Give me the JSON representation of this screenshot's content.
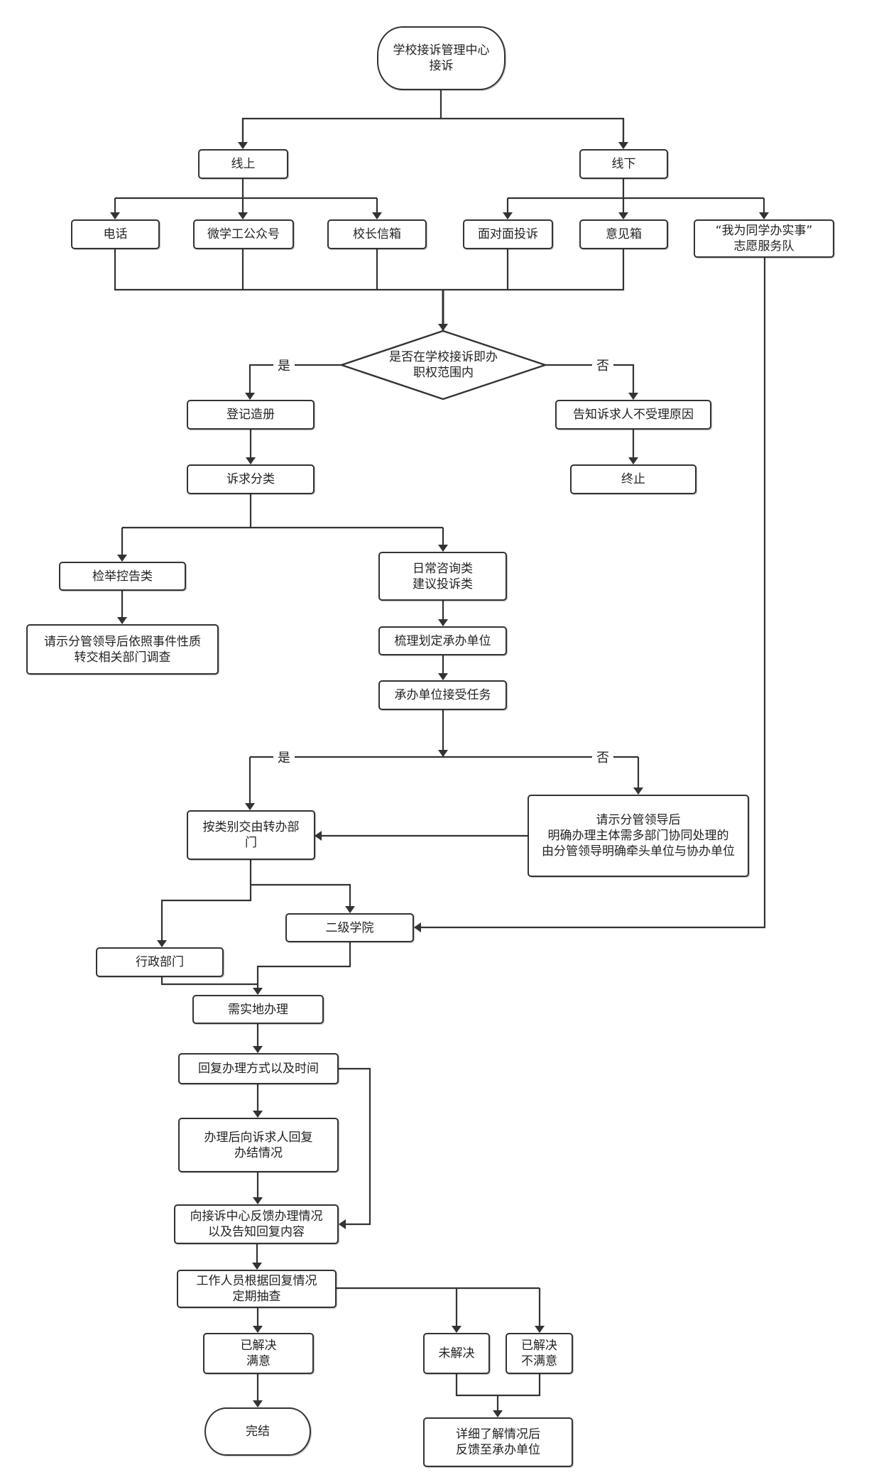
{
  "nodes": {
    "start": "学校接诉管理中心\n接诉",
    "online": "线上",
    "offline": "线下",
    "phone": "电话",
    "wechat": "微学工公众号",
    "mailbox": "校长信箱",
    "face": "面对面投诉",
    "suggestion_box": "意见箱",
    "volunteer": "“我为同学办实事”\n志愿服务队",
    "decision": "是否在学校接诉即办\n职权范围内",
    "register": "登记造册",
    "notify": "告知诉求人不受理原因",
    "classify": "诉求分类",
    "terminate": "终止",
    "report": "检举控告类",
    "daily": "日常咨询类\n建议投诉类",
    "report_handle": "请示分管领导后依照事件性质\n转交相关部门调查",
    "assign": "梳理划定承办单位",
    "accept": "承办单位接受任务",
    "dispatch": "按类别交由转办部\n门",
    "leader": "请示分管领导后\n明确办理主体需多部门协同处理的\n由分管领导明确牵头单位与协办单位",
    "college": "二级学院",
    "admin": "行政部门",
    "onsite": "需实地办理",
    "reply_method": "回复办理方式以及时间",
    "reply_result": "办理后向诉求人回复\n办结情况",
    "feedback": "向接诉中心反馈办理情况\n以及告知回复内容",
    "check": "工作人员根据回复情况\n定期抽查",
    "solved": "已解决\n满意",
    "unsolved": "未解决",
    "unsatisfied": "已解决\n不满意",
    "done": "完结",
    "return": "详细了解情况后\n反馈至承办单位"
  },
  "labels": {
    "yes": "是",
    "no": "否"
  }
}
